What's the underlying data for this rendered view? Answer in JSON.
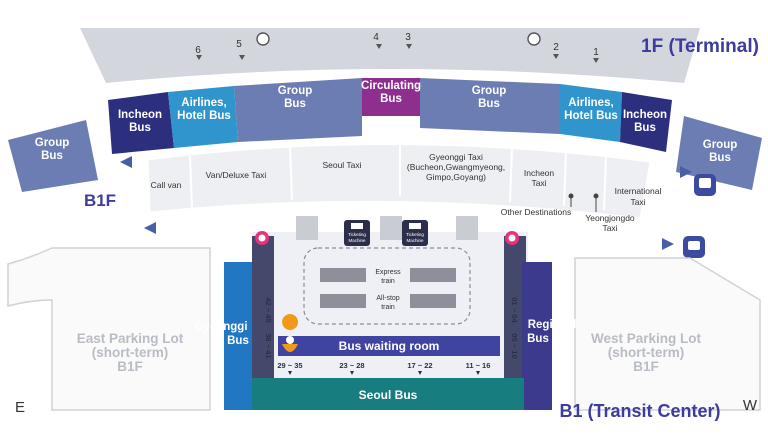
{
  "floors": {
    "terminal": "1F (Terminal)",
    "b1f": "B1F",
    "transit": "B1 (Transit Center)"
  },
  "compass": {
    "east": "E",
    "west": "W"
  },
  "gates": {
    "g1": "1",
    "g2": "2",
    "g3": "3",
    "g4": "4",
    "g5": "5",
    "g6": "6"
  },
  "upper_zones": {
    "incheon_left": [
      "Incheon",
      "Bus"
    ],
    "airlines_left": [
      "Airlines,",
      "Hotel Bus"
    ],
    "group_left": [
      "Group",
      "Bus"
    ],
    "circulating": [
      "Circulating",
      "Bus"
    ],
    "group_right": [
      "Group",
      "Bus"
    ],
    "airlines_right": [
      "Airlines,",
      "Hotel Bus"
    ],
    "incheon_right": [
      "Incheon",
      "Bus"
    ]
  },
  "outer_group": {
    "left": [
      "Group",
      "Bus"
    ],
    "right": [
      "Group",
      "Bus"
    ]
  },
  "taxi_zones": {
    "call_van": "Call van",
    "van_deluxe": "Van/Deluxe Taxi",
    "seoul": "Seoul Taxi",
    "gyeonggi": [
      "Gyeonggi Taxi",
      "(Bucheon,Gwangmyeong,",
      "Gimpo,Goyang)"
    ],
    "incheon": [
      "Incheon",
      "Taxi"
    ],
    "international": [
      "International",
      "Taxi"
    ],
    "other": "Other Destinations",
    "yeongjongdo": [
      "Yeongjongdo",
      "Taxi"
    ]
  },
  "ticketing": [
    "Ticketing",
    "Machine"
  ],
  "trains": {
    "express": [
      "Express",
      "train"
    ],
    "allstop": [
      "All-stop",
      "train"
    ]
  },
  "transit": {
    "gyeonggi_bus": [
      "Gyeonggi",
      "Bus"
    ],
    "regional_bus": [
      "Regional",
      "Bus"
    ],
    "waiting_room": "Bus waiting room",
    "seoul_bus": "Seoul Bus",
    "left_bays": [
      "42 ~ 45",
      "36 ~ 41"
    ],
    "right_bays": [
      "01 ~ 04",
      "05 ~ 10"
    ],
    "bottom_bays": [
      "29 ~ 35",
      "23 ~ 28",
      "17 ~ 22",
      "11 ~ 16"
    ]
  },
  "parking": {
    "east": [
      "East Parking Lot",
      "(short-term)",
      "B1F"
    ],
    "west": [
      "West Parking Lot",
      "(short-term)",
      "B1F"
    ]
  },
  "colors": {
    "group": "#6b7db2",
    "incheon": "#2b2f7e",
    "airlines": "#2f95cc",
    "circulating": "#8e2f8f",
    "gyeonggi": "#2277c2",
    "regional": "#3b3a8c",
    "seoul_bus": "#177d7e",
    "floor_label": "#3e3c9c"
  }
}
